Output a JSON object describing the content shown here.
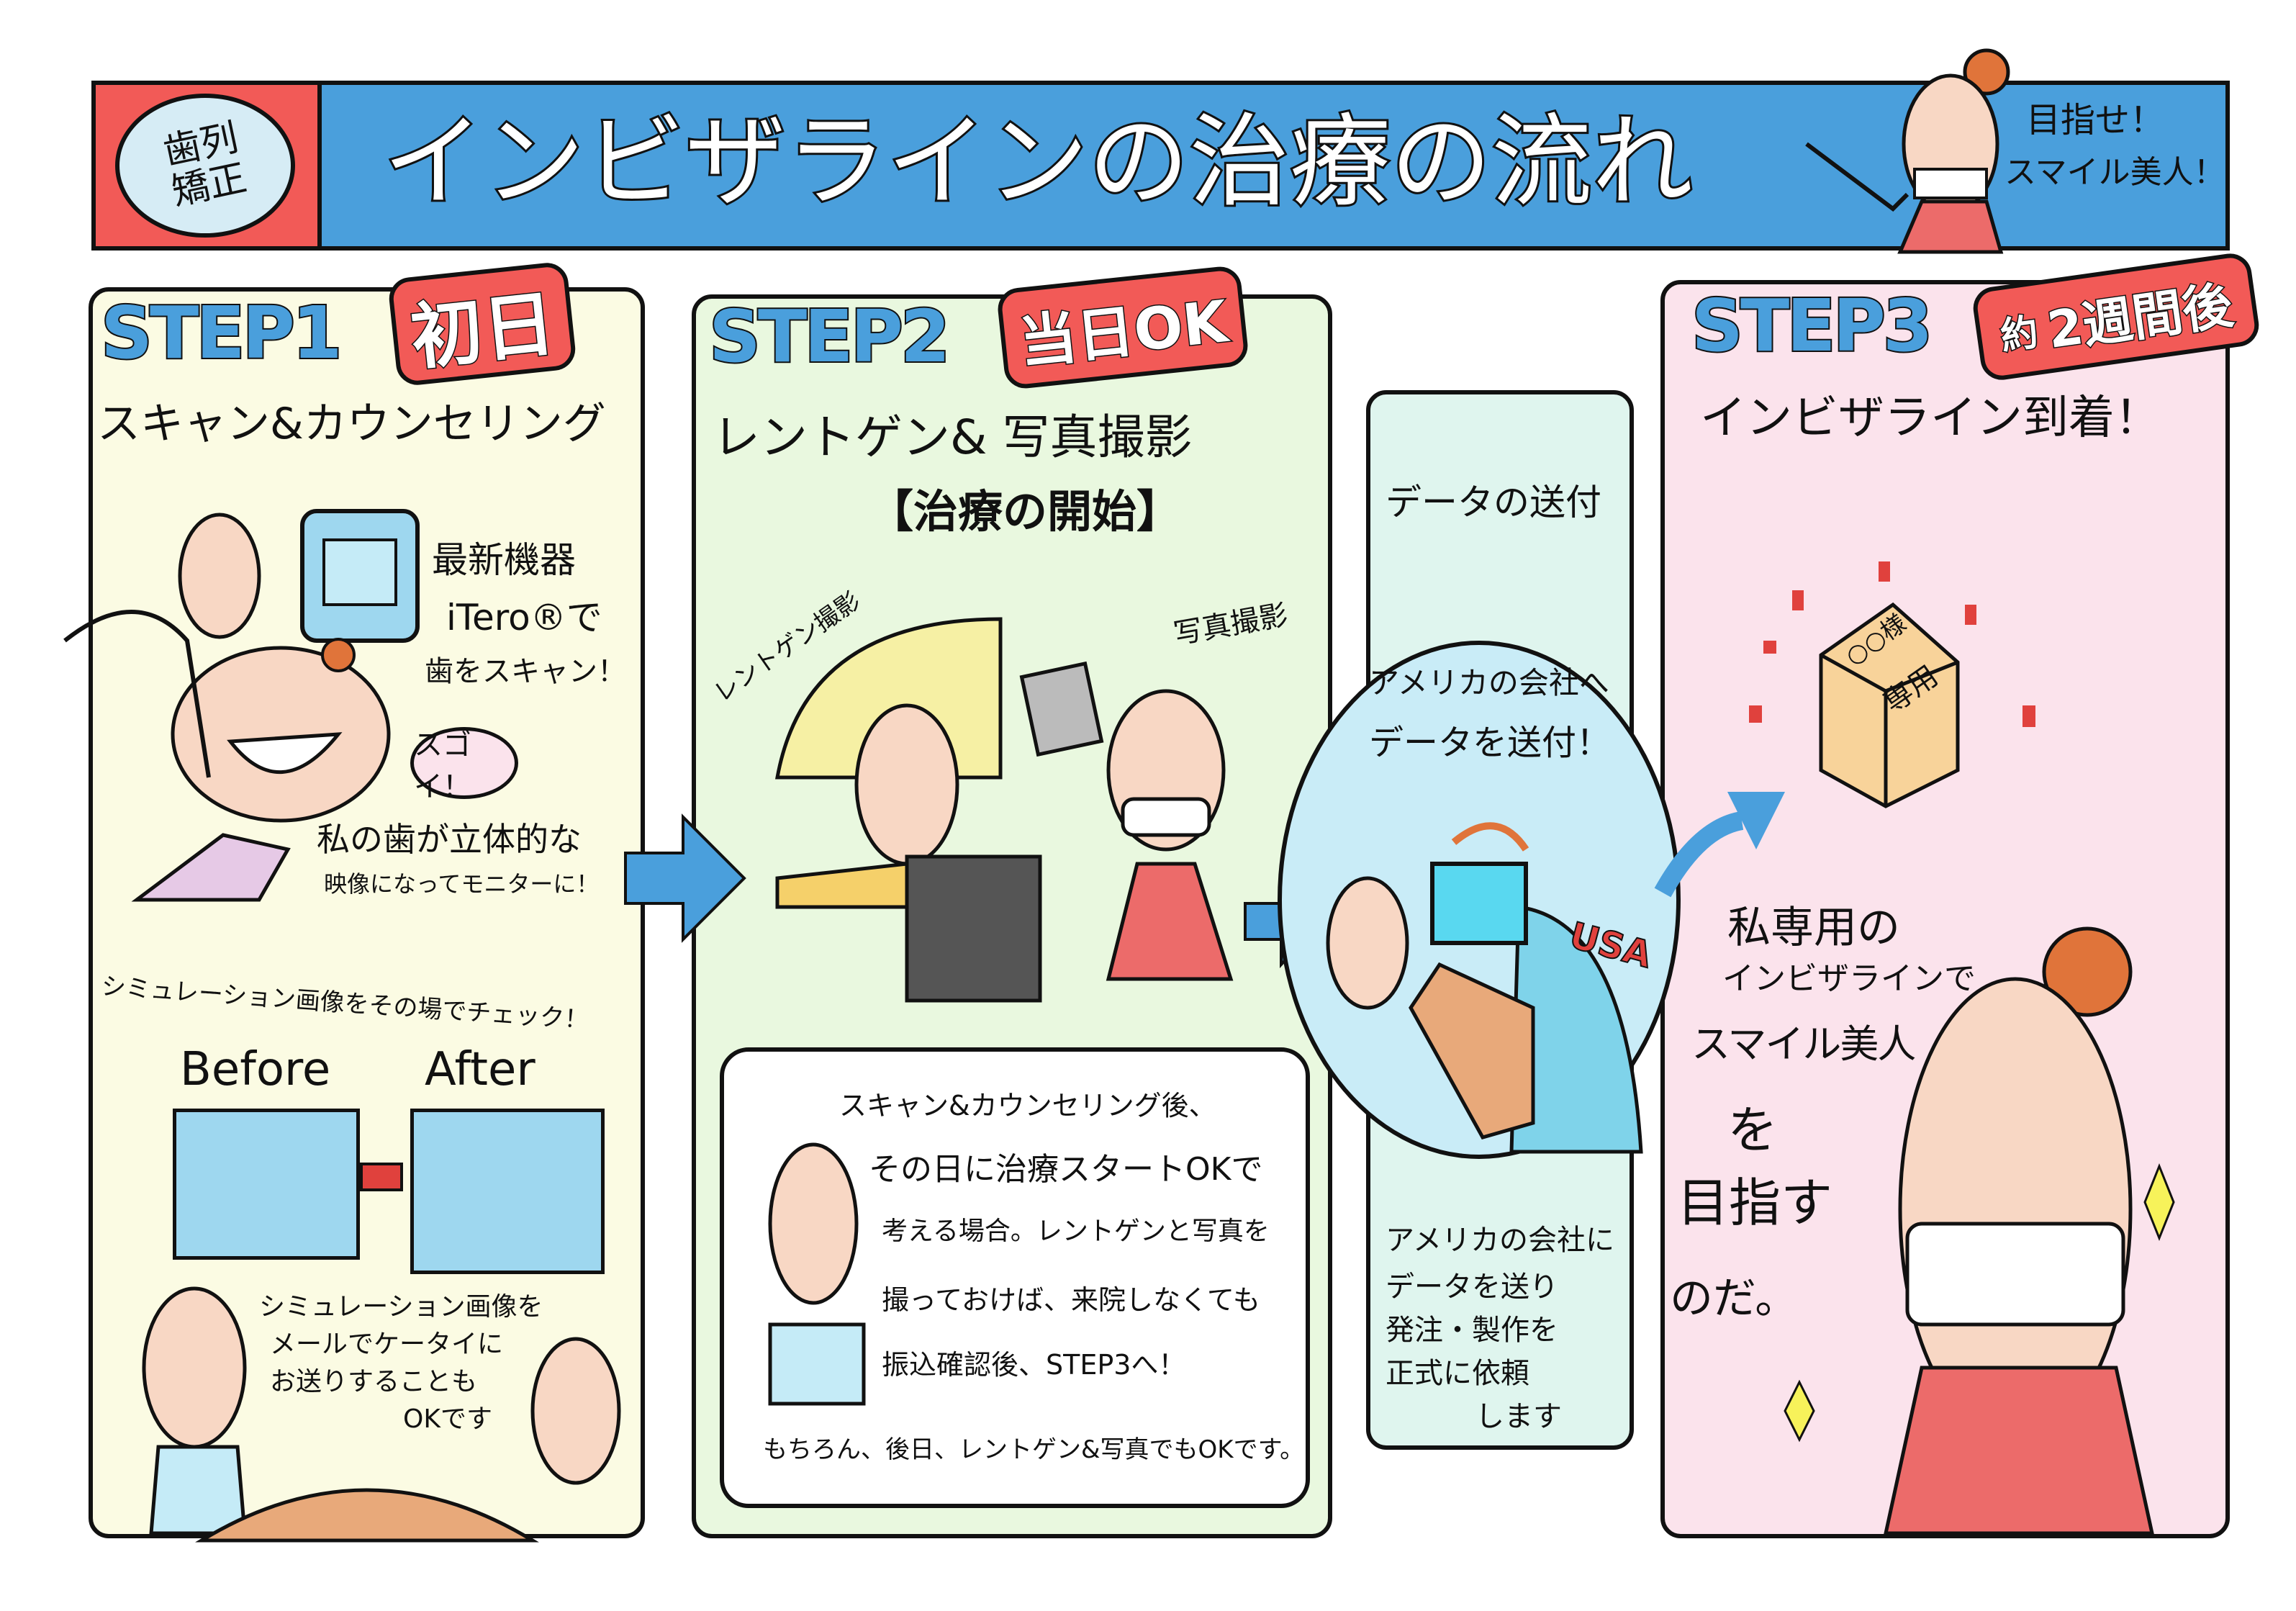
{
  "header": {
    "badge": "歯列矯正",
    "title": "インビザラインの治療の流れ",
    "slogan_line1": "目指せ！",
    "slogan_line2": "スマイル美人！"
  },
  "step1": {
    "step": "STEP1",
    "tag": "初日",
    "heading": "スキャン&カウンセリング",
    "device_line1": "最新機器",
    "device_line2": "iTero®で",
    "device_line3": "歯をスキャン！",
    "exclaim": "スゴイ！",
    "monitor_line1": "私の歯が立体的な",
    "monitor_line2": "映像になってモニターに！",
    "simulation": "シミュレーション画像をその場でチェック！",
    "before": "Before",
    "after": "After",
    "mail_line1": "シミュレーション画像を",
    "mail_line2": "メールでケータイに",
    "mail_line3": "お送りすることも",
    "mail_line4": "OKです"
  },
  "step2": {
    "step": "STEP2",
    "tag": "当日OK",
    "heading": "レントゲン& 写真撮影",
    "subheading": "【治療の開始】",
    "xray_label": "レントゲン撮影",
    "photo_label": "写真撮影",
    "note_line1": "スキャン&カウンセリング後、",
    "note_line2": "その日に治療スタートOKで",
    "note_line3": "考える場合。レントゲンと写真を",
    "note_line4": "撮っておけば、来院しなくても",
    "note_line5": "振込確認後、STEP3へ！",
    "note_line6": "もちろん、後日、レントゲン&写真でもOKです。"
  },
  "data_send": {
    "heading": "データの送付",
    "bubble_line1": "アメリカの会社へ",
    "bubble_line2": "データを送付！",
    "usa": "USA",
    "note_line1": "アメリカの会社に",
    "note_line2": "データを送り",
    "note_line3": "発注・製作を",
    "note_line4": "正式に依頼",
    "note_line5": "します"
  },
  "step3": {
    "step": "STEP3",
    "tag_prefix": "約",
    "tag": "2週間後",
    "heading": "インビザライン到着！",
    "box_line1": "○○様",
    "box_line2": "専用",
    "goal_line1": "私専用の",
    "goal_line2": "インビザラインで",
    "goal_line3": "スマイル美人",
    "goal_line4": "を",
    "goal_line5": "目指す",
    "goal_line6": "のだ。"
  },
  "colors": {
    "blue": "#4a9fdc",
    "red": "#f25a57",
    "step1_bg": "#fbfbe3",
    "step2_bg": "#e9f8df",
    "data_bg": "#dff5ee",
    "step3_bg": "#fbe3ec"
  }
}
